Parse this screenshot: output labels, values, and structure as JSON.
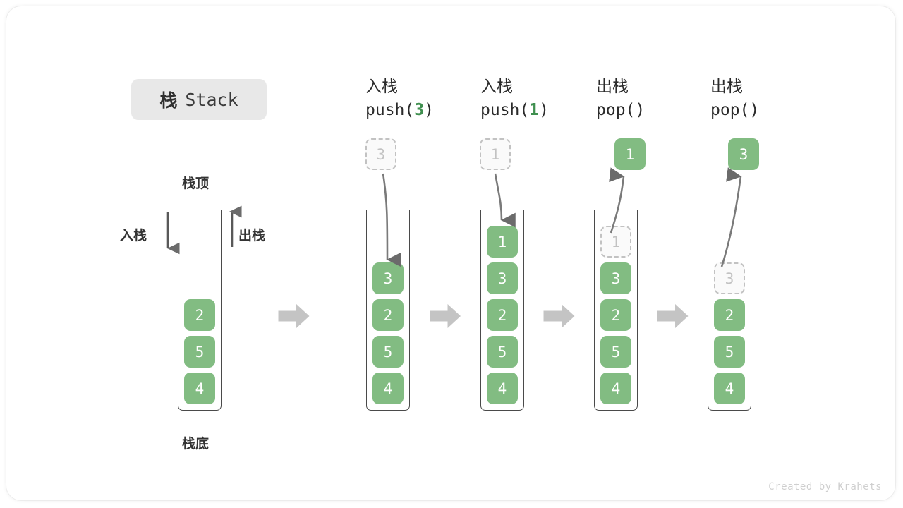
{
  "title": {
    "cn": "栈",
    "en": "Stack"
  },
  "labels": {
    "top": "栈顶",
    "bottom": "栈底",
    "push": "入栈",
    "pop": "出栈"
  },
  "footer": "Created by Krahets",
  "colors": {
    "cell_green": "#82bc82",
    "ghost_gray": "#c2c2c2",
    "arrow_gray": "#c4c4c4",
    "container_line": "#4a4a4a",
    "accent_green_text": "#3f8f4f",
    "chip_bg": "#e8e8e8"
  },
  "operations": [
    {
      "cn": "入栈",
      "code_pre": "push(",
      "code_arg": "3",
      "code_post": ")"
    },
    {
      "cn": "入栈",
      "code_pre": "push(",
      "code_arg": "1",
      "code_post": ")"
    },
    {
      "cn": "出栈",
      "code_pre": "pop(",
      "code_arg": "",
      "code_post": ")"
    },
    {
      "cn": "出栈",
      "code_pre": "pop(",
      "code_arg": "",
      "code_post": ")"
    }
  ],
  "stages": [
    {
      "name": "initial",
      "stack": [
        "2",
        "5",
        "4"
      ],
      "ghost_top": null,
      "floating": null
    },
    {
      "name": "after-push-3",
      "stack": [
        "3",
        "2",
        "5",
        "4"
      ],
      "ghost_top": null,
      "floating": {
        "value": "3",
        "style": "ghost"
      }
    },
    {
      "name": "after-push-1",
      "stack": [
        "1",
        "3",
        "2",
        "5",
        "4"
      ],
      "ghost_top": null,
      "floating": {
        "value": "1",
        "style": "ghost"
      }
    },
    {
      "name": "after-pop-1",
      "stack": [
        "3",
        "2",
        "5",
        "4"
      ],
      "ghost_top": "1",
      "floating": {
        "value": "1",
        "style": "solid"
      }
    },
    {
      "name": "after-pop-3",
      "stack": [
        "2",
        "5",
        "4"
      ],
      "ghost_top": "3",
      "floating": {
        "value": "3",
        "style": "solid"
      }
    }
  ],
  "step_arrows": 4
}
